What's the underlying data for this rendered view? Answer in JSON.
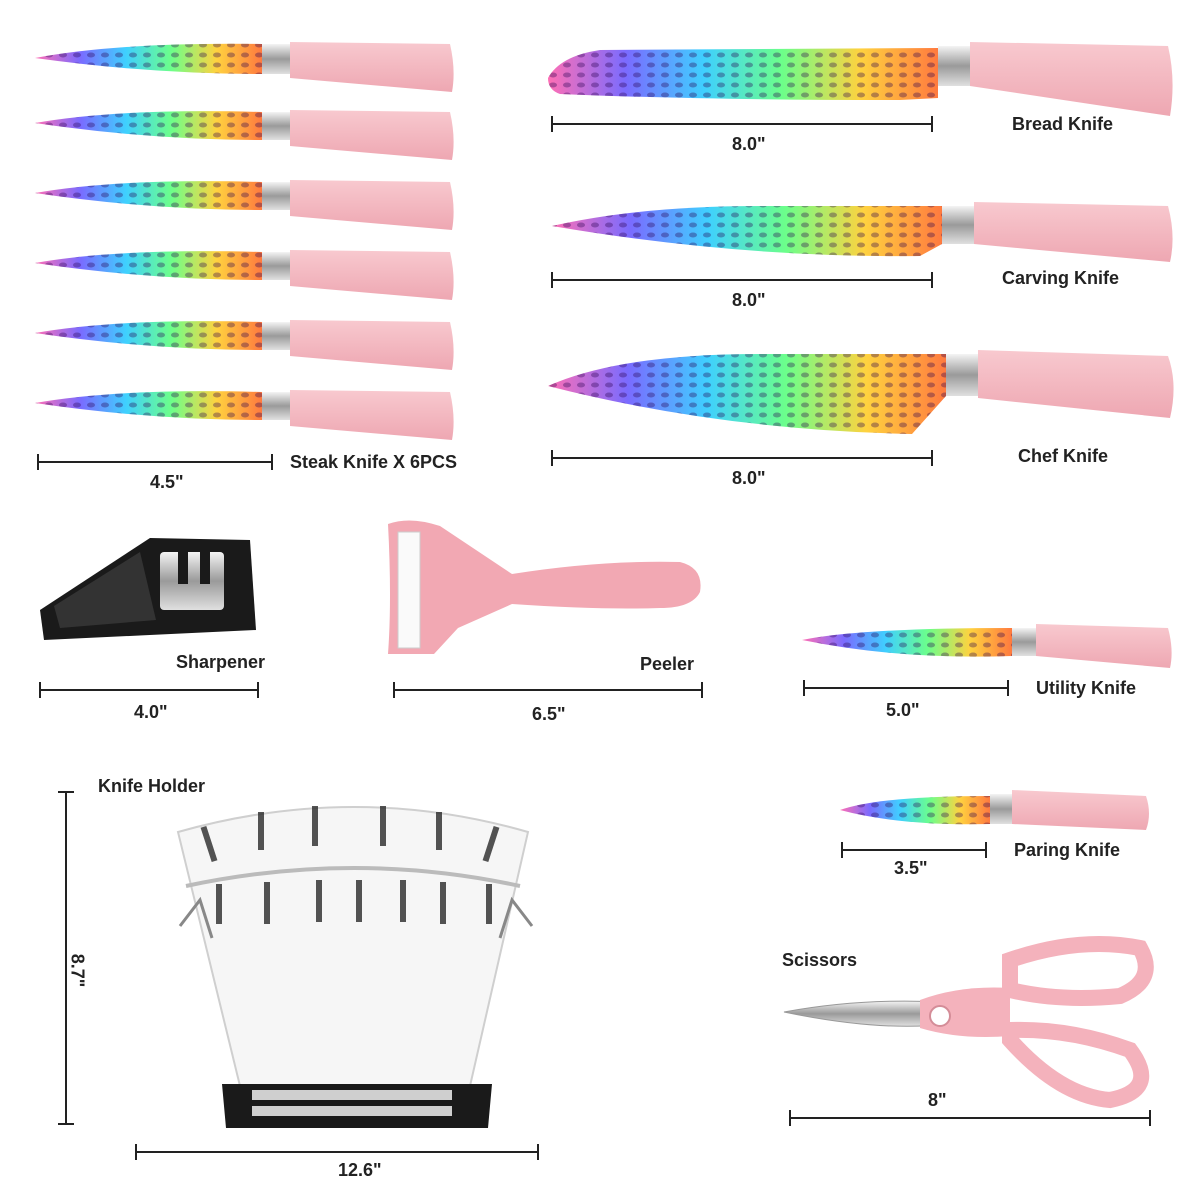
{
  "products": {
    "steak": {
      "label": "Steak Knife X 6PCS",
      "dim": "4.5\""
    },
    "bread": {
      "label": "Bread Knife",
      "dim": "8.0\""
    },
    "carving": {
      "label": "Carving Knife",
      "dim": "8.0\""
    },
    "chef": {
      "label": "Chef Knife",
      "dim": "8.0\""
    },
    "sharpener": {
      "label": "Sharpener",
      "dim": "4.0\""
    },
    "peeler": {
      "label": "Peeler",
      "dim": "6.5\""
    },
    "utility": {
      "label": "Utility Knife",
      "dim": "5.0\""
    },
    "holder": {
      "label": "Knife Holder",
      "height": "8.7\"",
      "width": "12.6\""
    },
    "paring": {
      "label": "Paring Knife",
      "dim": "3.5\""
    },
    "scissors": {
      "label": "Scissors",
      "dim": "8\""
    }
  },
  "colors": {
    "handle_pink": "#f4b8c0",
    "accent_black": "#1a1a1a"
  }
}
